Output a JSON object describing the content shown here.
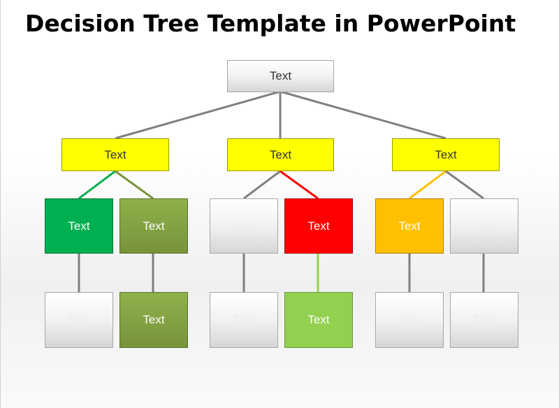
{
  "title": "Decision Tree Template in PowerPoint",
  "root": {
    "label": "Text"
  },
  "level1": [
    {
      "label": "Text"
    },
    {
      "label": "Text"
    },
    {
      "label": "Text"
    }
  ],
  "level2": [
    {
      "label": "Text",
      "color": "#00b050"
    },
    {
      "label": "Text",
      "color": "#77933c"
    },
    {
      "label": "Text",
      "color": "#f2f2f2"
    },
    {
      "label": "Text",
      "color": "#ff0000"
    },
    {
      "label": "Text",
      "color": "#ffc000"
    },
    {
      "label": "Text",
      "color": "#f2f2f2"
    }
  ],
  "level3": [
    {
      "label": "Text",
      "color": "#f2f2f2"
    },
    {
      "label": "Text",
      "color": "#77933c"
    },
    {
      "label": "Text",
      "color": "#f2f2f2"
    },
    {
      "label": "Text",
      "color": "#92d050"
    },
    {
      "label": "Text",
      "color": "#f2f2f2"
    },
    {
      "label": "Text",
      "color": "#f2f2f2"
    }
  ],
  "connector_colors": {
    "default": "#7f7f7f",
    "green": "#00b050",
    "olive": "#77933c",
    "red": "#ff0000",
    "orange": "#ffc000",
    "lime": "#92d050"
  }
}
